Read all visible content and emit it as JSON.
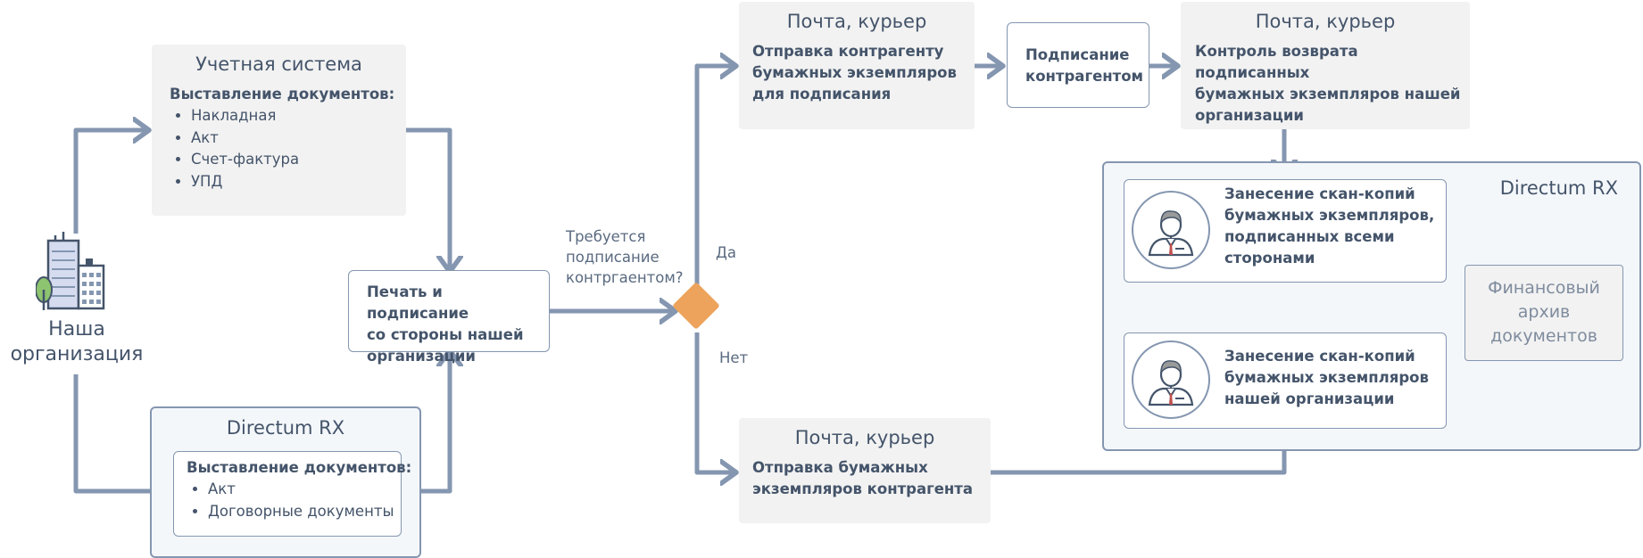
{
  "org": {
    "label_line1": "Наша",
    "label_line2": "организация"
  },
  "accounting": {
    "title": "Учетная система",
    "heading": "Выставление документов:",
    "items": [
      "Накладная",
      "Акт",
      "Счет-фактура",
      "УПД"
    ]
  },
  "directum_left": {
    "title": "Directum RX",
    "heading": "Выставление документов:",
    "items": [
      "Акт",
      "Договорные документы"
    ]
  },
  "print_sign": {
    "line1": "Печать и подписание",
    "line2": "со стороны нашей",
    "line3": "организации"
  },
  "question": {
    "line1": "Требуется",
    "line2": "подписание",
    "line3": "контргаентом?"
  },
  "decision": {
    "yes": "Да",
    "no": "Нет"
  },
  "send_top": {
    "title": "Почта, курьер",
    "line1": "Отправка контрагенту",
    "line2": "бумажных экземпляров",
    "line3": "для подписания"
  },
  "counterparty_sign": {
    "line1": "Подписание",
    "line2": "контрагентом"
  },
  "control_return": {
    "title": "Почта, курьер",
    "line1": "Контроль возврата подписанных",
    "line2": "бумажных экземпляров нашей",
    "line3": "организации"
  },
  "send_bottom": {
    "title": "Почта, курьер",
    "line1": "Отправка бумажных",
    "line2": "экземпляров контрагента"
  },
  "directum_right": {
    "title": "Directum RX",
    "scan_all": {
      "line1": "Занесение скан-копий",
      "line2": "бумажных экземпляров,",
      "line3": "подписанных всеми",
      "line4": "сторонами"
    },
    "scan_ours": {
      "line1": "Занесение скан-копий",
      "line2": "бумажных экземпляров",
      "line3": "нашей организации"
    },
    "archive": {
      "line1": "Финансовый",
      "line2": "архив",
      "line3": "документов"
    }
  },
  "colors": {
    "arrow": "#8496b0",
    "decision": "#eda35c",
    "text": "#44546a"
  }
}
